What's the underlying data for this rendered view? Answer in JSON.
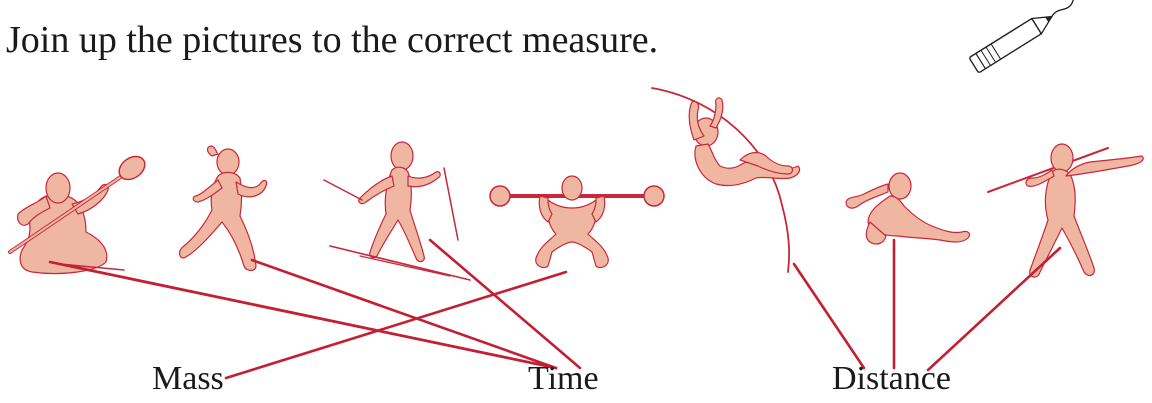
{
  "worksheet": {
    "instruction": "Join up the pictures to the correct measure.",
    "measures": {
      "mass": "Mass",
      "time": "Time",
      "distance": "Distance"
    }
  },
  "colors": {
    "figure_fill": "#efb6a2",
    "figure_outline": "#c8283a",
    "connector_line": "#c41f33"
  },
  "icons": [
    "pencil-icon"
  ],
  "pictures": [
    "kayaking",
    "running",
    "cross-country-skiing",
    "weightlifting",
    "pole-vault",
    "long-jump",
    "javelin-throw"
  ]
}
